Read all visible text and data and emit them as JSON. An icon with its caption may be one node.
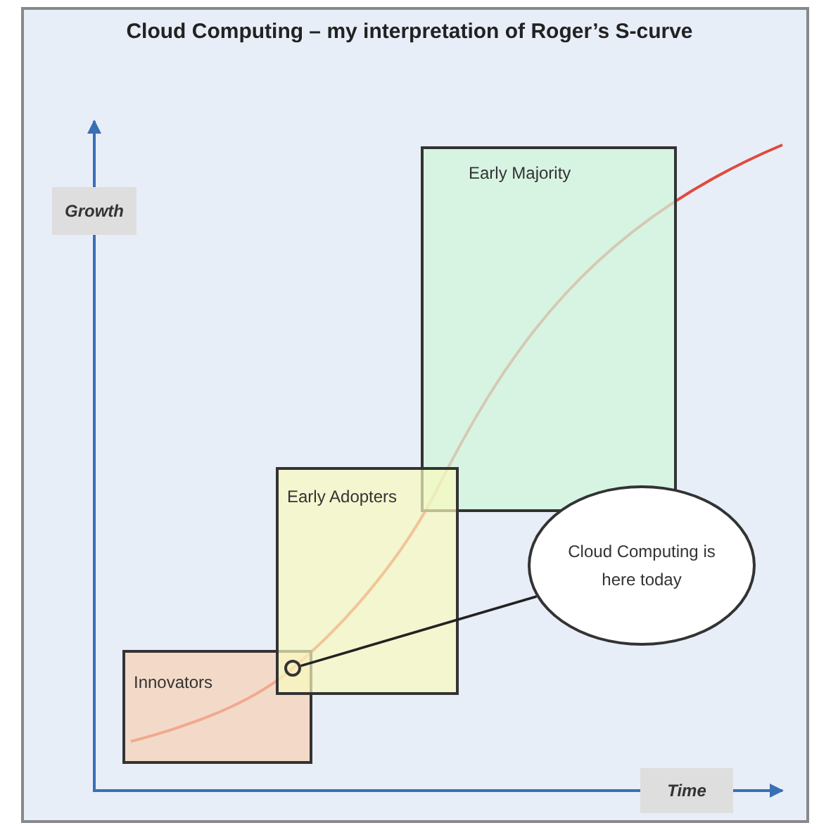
{
  "diagram": {
    "title": "Cloud Computing – my interpretation of Roger’s S-curve",
    "nodes": [
      {
        "text": [
          "Early Majority"
        ]
      },
      {
        "text": [
          "Early Adopters"
        ]
      },
      {
        "text": [
          "Cloud Computing is here today"
        ]
      },
      {
        "text": [
          "Innovators"
        ]
      },
      {
        "text": [],
        "shape": "circle"
      }
    ],
    "edges": [
      {
        "from": 2,
        "to": 4,
        "arrow": "none"
      }
    ],
    "labels": [
      "Growth",
      "Time"
    ]
  }
}
